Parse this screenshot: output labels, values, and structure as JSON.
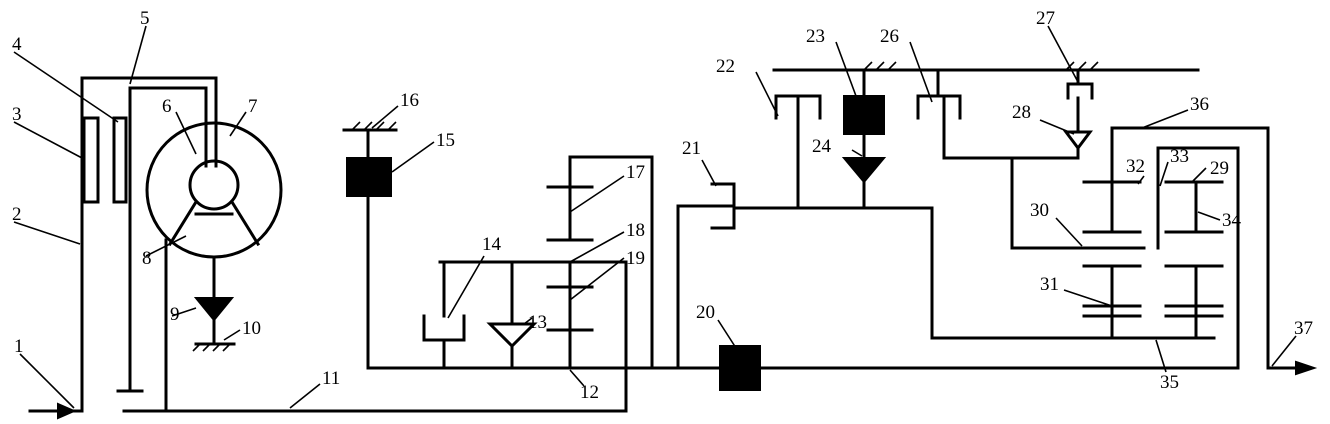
{
  "labels": [
    "1",
    "2",
    "3",
    "4",
    "5",
    "6",
    "7",
    "8",
    "9",
    "10",
    "11",
    "12",
    "13",
    "14",
    "15",
    "16",
    "17",
    "18",
    "19",
    "20",
    "21",
    "22",
    "23",
    "24",
    "26",
    "27",
    "28",
    "29",
    "30",
    "31",
    "32",
    "33",
    "34",
    "35",
    "36",
    "37"
  ]
}
